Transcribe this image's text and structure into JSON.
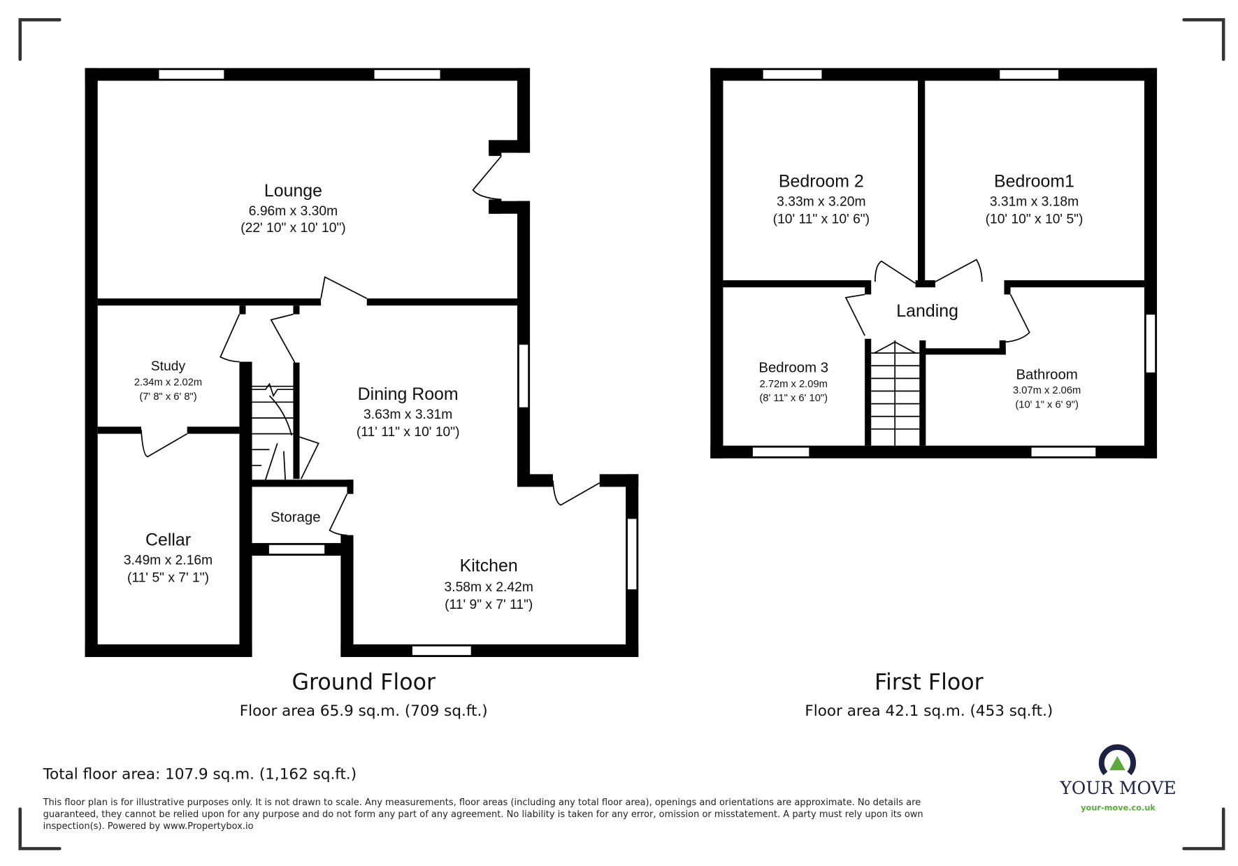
{
  "ground_floor": {
    "title": "Ground Floor",
    "area": "Floor area 65.9 sq.m. (709 sq.ft.)",
    "rooms": [
      {
        "name": "Lounge",
        "metric": "6.96m x 3.30m",
        "imperial": "(22' 10\" x 10' 10\")"
      },
      {
        "name": "Study",
        "metric": "2.34m x 2.02m",
        "imperial": "(7' 8\" x 6' 8\")"
      },
      {
        "name": "Dining Room",
        "metric": "3.63m x 3.31m",
        "imperial": "(11' 11\" x 10' 10\")"
      },
      {
        "name": "Cellar",
        "metric": "3.49m x 2.16m",
        "imperial": "(11' 5\" x 7' 1\")"
      },
      {
        "name": "Storage"
      },
      {
        "name": "Kitchen",
        "metric": "3.58m x 2.42m",
        "imperial": "(11' 9\" x 7' 11\")"
      }
    ]
  },
  "first_floor": {
    "title": "First Floor",
    "area": "Floor area 42.1 sq.m. (453 sq.ft.)",
    "rooms": [
      {
        "name": "Bedroom 2",
        "metric": "3.33m x 3.20m",
        "imperial": "(10' 11\" x 10' 6\")"
      },
      {
        "name": "Bedroom1",
        "metric": "3.31m x 3.18m",
        "imperial": "(10' 10\" x 10' 5\")"
      },
      {
        "name": "Landing"
      },
      {
        "name": "Bedroom 3",
        "metric": "2.72m x 2.09m",
        "imperial": "(8' 11\" x 6' 10\")"
      },
      {
        "name": "Bathroom",
        "metric": "3.07m x 2.06m",
        "imperial": "(10' 1\" x 6' 9\")"
      }
    ]
  },
  "total_area": "Total floor area: 107.9 sq.m. (1,162 sq.ft.)",
  "disclaimer": [
    "This floor plan is for illustrative purposes only. It is not drawn to scale. Any measurements, floor areas (including any total floor area), openings and orientations are approximate. No details are",
    "guaranteed, they cannot be relied upon for any purpose and do not form any part of any agreement. No liability is taken for any error, omission or misstatement. A party must rely upon its own",
    "inspection(s). Powered by www.Propertybox.io"
  ],
  "logo": {
    "brand": "YOUR MOVE",
    "url": "your-move.co.uk",
    "navy": "#1e2346",
    "green": "#5aaa3c"
  }
}
